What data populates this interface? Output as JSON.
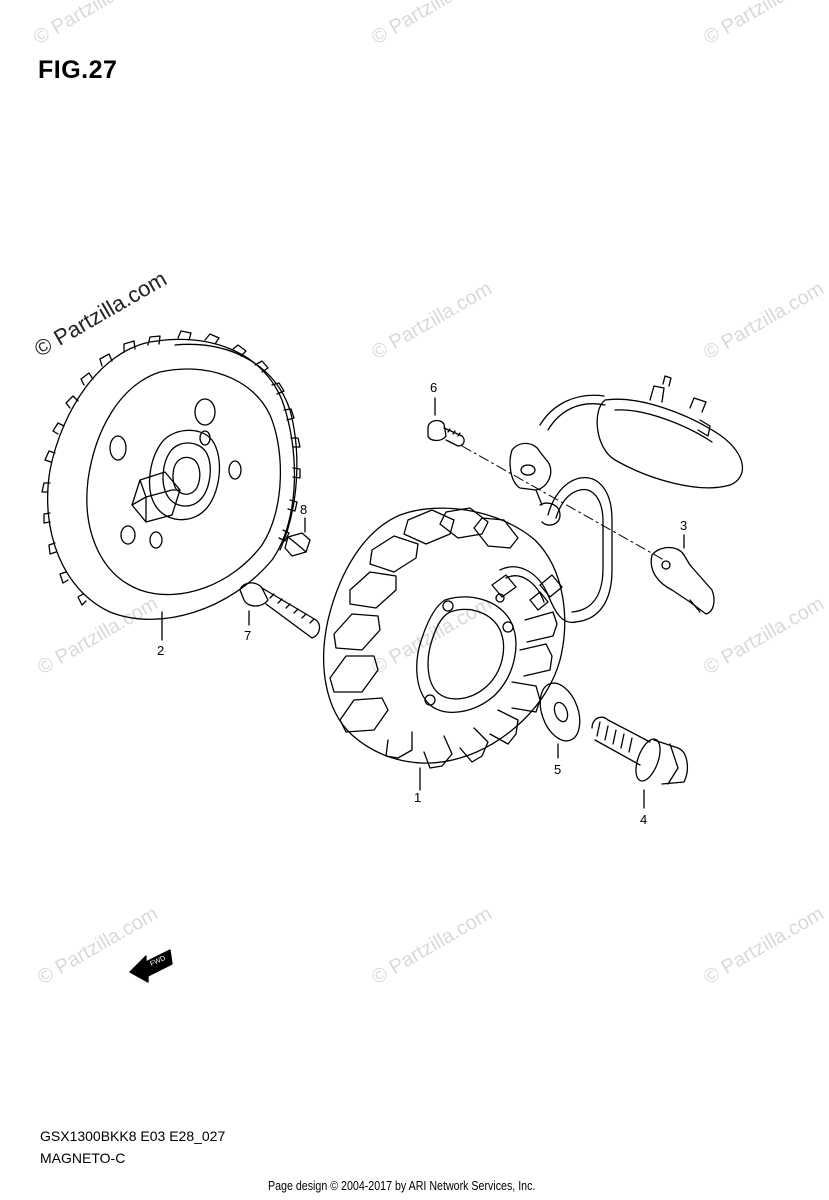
{
  "figure": {
    "title": "FIG.27"
  },
  "callouts": [
    {
      "id": "1",
      "label": "1"
    },
    {
      "id": "2",
      "label": "2"
    },
    {
      "id": "3",
      "label": "3"
    },
    {
      "id": "4",
      "label": "4"
    },
    {
      "id": "5",
      "label": "5"
    },
    {
      "id": "6",
      "label": "6"
    },
    {
      "id": "7",
      "label": "7"
    },
    {
      "id": "8",
      "label": "8"
    }
  ],
  "fwd_arrow": {
    "label": "FWD"
  },
  "watermark": {
    "text": "© Partzilla.com"
  },
  "footer": {
    "model_code": "GSX1300BKK8 E03 E28_027",
    "section_name": "MAGNETO-C",
    "copyright": "Page design © 2004-2017 by ARI Network Services, Inc."
  },
  "colors": {
    "line": "#000000",
    "watermark": "#d9d9d9",
    "background": "#ffffff"
  }
}
